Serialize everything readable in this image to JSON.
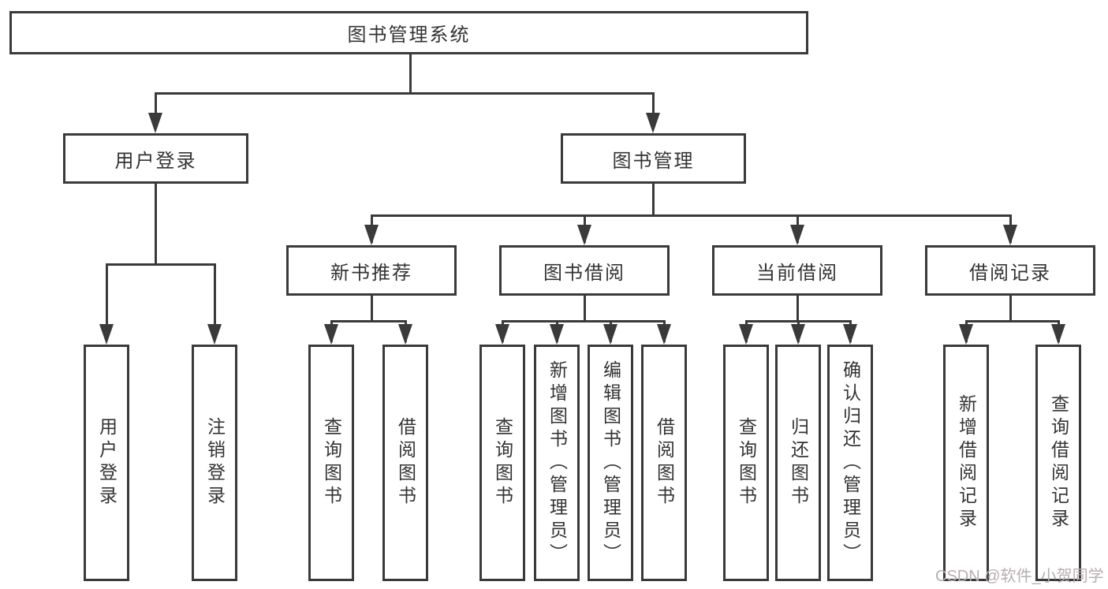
{
  "diagram": {
    "title": "图书管理系统",
    "tree": {
      "root": {
        "label": "图书管理系统",
        "children": [
          {
            "label": "用户登录",
            "children": [
              {
                "label": "用户登录"
              },
              {
                "label": "注销登录"
              }
            ]
          },
          {
            "label": "图书管理",
            "children": [
              {
                "label": "新书推荐",
                "children": [
                  {
                    "label": "查询图书"
                  },
                  {
                    "label": "借阅图书"
                  }
                ]
              },
              {
                "label": "图书借阅",
                "children": [
                  {
                    "label": "查询图书"
                  },
                  {
                    "label": "新增图书（管理员）"
                  },
                  {
                    "label": "编辑图书（管理员）"
                  },
                  {
                    "label": "借阅图书"
                  }
                ]
              },
              {
                "label": "当前借阅",
                "children": [
                  {
                    "label": "查询图书"
                  },
                  {
                    "label": "归还图书"
                  },
                  {
                    "label": "确认归还（管理员）"
                  }
                ]
              },
              {
                "label": "借阅记录",
                "children": [
                  {
                    "label": "新增借阅记录"
                  },
                  {
                    "label": "查询借阅记录"
                  }
                ]
              }
            ]
          }
        ]
      }
    }
  },
  "watermark": "CSDN @软件_小贺同学",
  "colors": {
    "line": "#3a3a3a",
    "text": "#333333",
    "background": "#ffffff",
    "watermark": "#b7aeae"
  }
}
